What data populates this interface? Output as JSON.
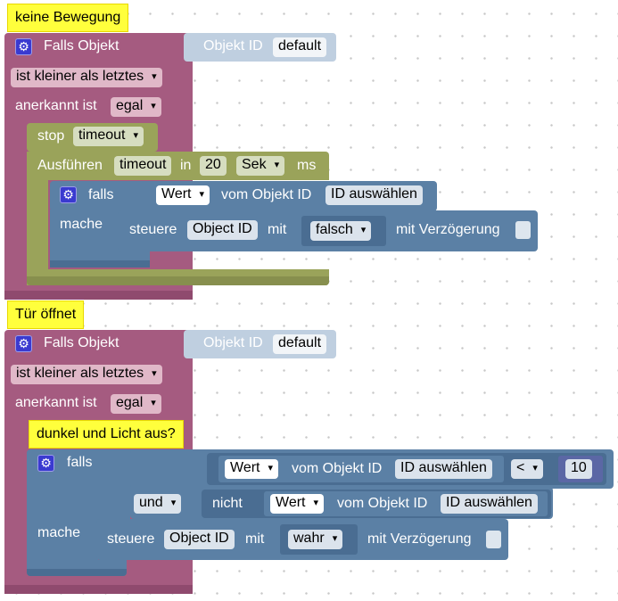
{
  "group1": {
    "comment": "keine Bewegung",
    "falls_objekt": "Falls Objekt",
    "objekt_id_label": "Objekt ID",
    "objekt_id_value": "default",
    "condition": "ist kleiner als letztes",
    "anerkannt_label": "anerkannt ist",
    "anerkannt_value": "egal",
    "stop_label": "stop",
    "stop_value": "timeout",
    "ausfuehren_label": "Ausführen",
    "ausfuehren_timeout": "timeout",
    "in_label": "in",
    "delay_value": "20",
    "unit_value": "Sek",
    "ms_label": "ms",
    "falls_label": "falls",
    "wert_value": "Wert",
    "vom_label": "vom Objekt ID",
    "id_select": "ID auswählen",
    "mache_label": "mache",
    "steuere_label": "steuere",
    "object_id_value": "Object ID",
    "mit_label": "mit",
    "bool_value": "falsch",
    "verzoegerung_label": "mit Verzögerung"
  },
  "group2": {
    "comment": "Tür öffnet",
    "falls_objekt": "Falls Objekt",
    "objekt_id_label": "Objekt ID",
    "objekt_id_value": "default",
    "condition": "ist kleiner als letztes",
    "anerkannt_label": "anerkannt ist",
    "anerkannt_value": "egal",
    "if_comment": "dunkel und Licht aus?",
    "falls_label": "falls",
    "wert_value": "Wert",
    "vom_label": "vom Objekt ID",
    "id_select": "ID auswählen",
    "operator": "<",
    "number": "10",
    "und_value": "und",
    "nicht_label": "nicht",
    "wert2_value": "Wert",
    "vom2_label": "vom Objekt ID",
    "id2_select": "ID auswählen",
    "mache_label": "mache",
    "steuere_label": "steuere",
    "object_id_value": "Object ID",
    "mit_label": "mit",
    "bool_value": "wahr",
    "verzoegerung_label": "mit Verzögerung"
  },
  "colors": {
    "trigger": "#a55b80",
    "timeout": "#9aa35a",
    "logic": "#5b80a5",
    "math": "#5b67a5",
    "comment": "#ffff3c"
  },
  "icons": [
    "gear-icon"
  ]
}
